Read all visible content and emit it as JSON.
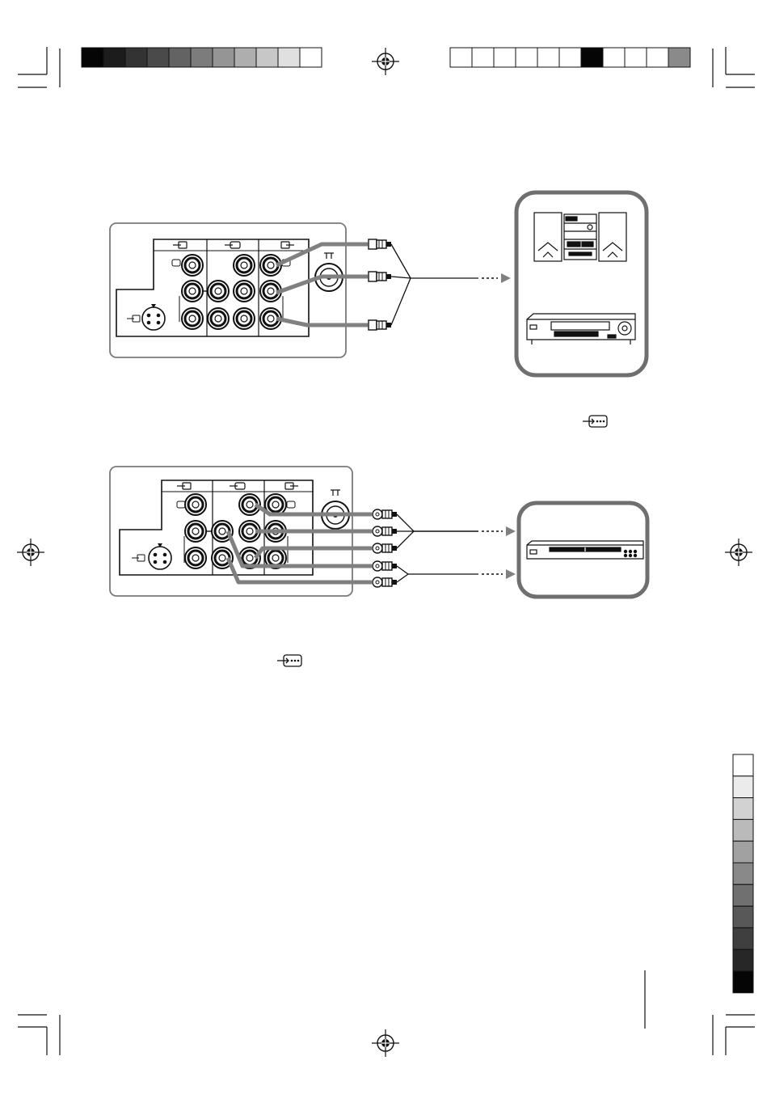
{
  "print_marks": {
    "top_left_bar": [
      "#050505",
      "#1c1c1c",
      "#333333",
      "#4a4a4a",
      "#636363",
      "#7c7c7c",
      "#959595",
      "#aeaeae",
      "#c7c7c7",
      "#e0e0e0",
      "#ffffff"
    ],
    "top_right_bar": [
      "#ffffff",
      "#ffffff",
      "#ffffff",
      "#ffffff",
      "#ffffff",
      "#ffffff",
      "#050505",
      "#ffffff",
      "#ffffff",
      "#ffffff",
      "#8a8a8a"
    ],
    "side_bar": [
      "#ffffff",
      "#ebebeb",
      "#d2d2d2",
      "#bababa",
      "#a1a1a1",
      "#898989",
      "#707070",
      "#585858",
      "#3f3f3f",
      "#272727",
      "#050505"
    ]
  },
  "colors": {
    "line": "#111111",
    "cable": "#808080",
    "panel_border": "#7a7a7a",
    "device_frame": "#6f6f6f"
  },
  "diagram1": {
    "panel_labels": [
      "1",
      "2",
      "3"
    ],
    "rca_plugs": 3,
    "destination": "audio-system-and-vcr"
  },
  "diagram2": {
    "panel_labels": [
      "1",
      "2",
      "3"
    ],
    "rca_plugs": 5,
    "destination": "dvd-player"
  },
  "inline_icons": [
    "component-input-icon",
    "component-input-icon"
  ]
}
